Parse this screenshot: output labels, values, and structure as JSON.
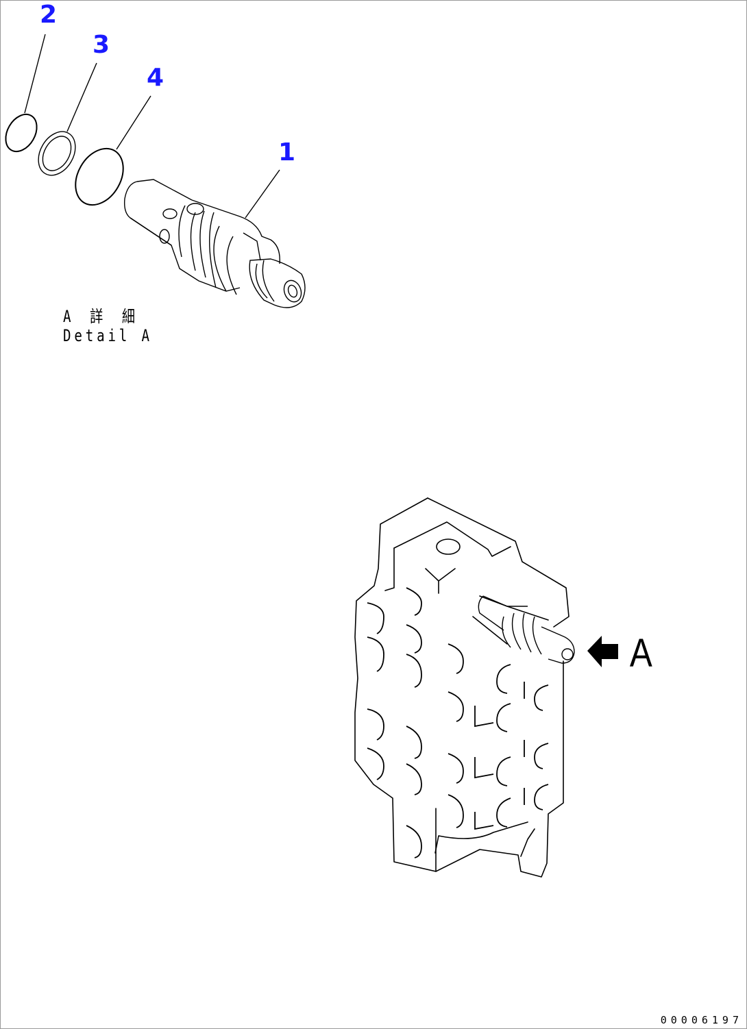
{
  "callouts": {
    "part1": "1",
    "part2": "2",
    "part3": "3",
    "part4": "4"
  },
  "detail_caption": {
    "japanese": "A 詳 細",
    "english": "Detail A"
  },
  "view_marker": {
    "label": "A",
    "icon": "arrow-left-icon"
  },
  "drawing_number": "00006197",
  "colors": {
    "callout": "#1a1aff",
    "line": "#000000"
  }
}
